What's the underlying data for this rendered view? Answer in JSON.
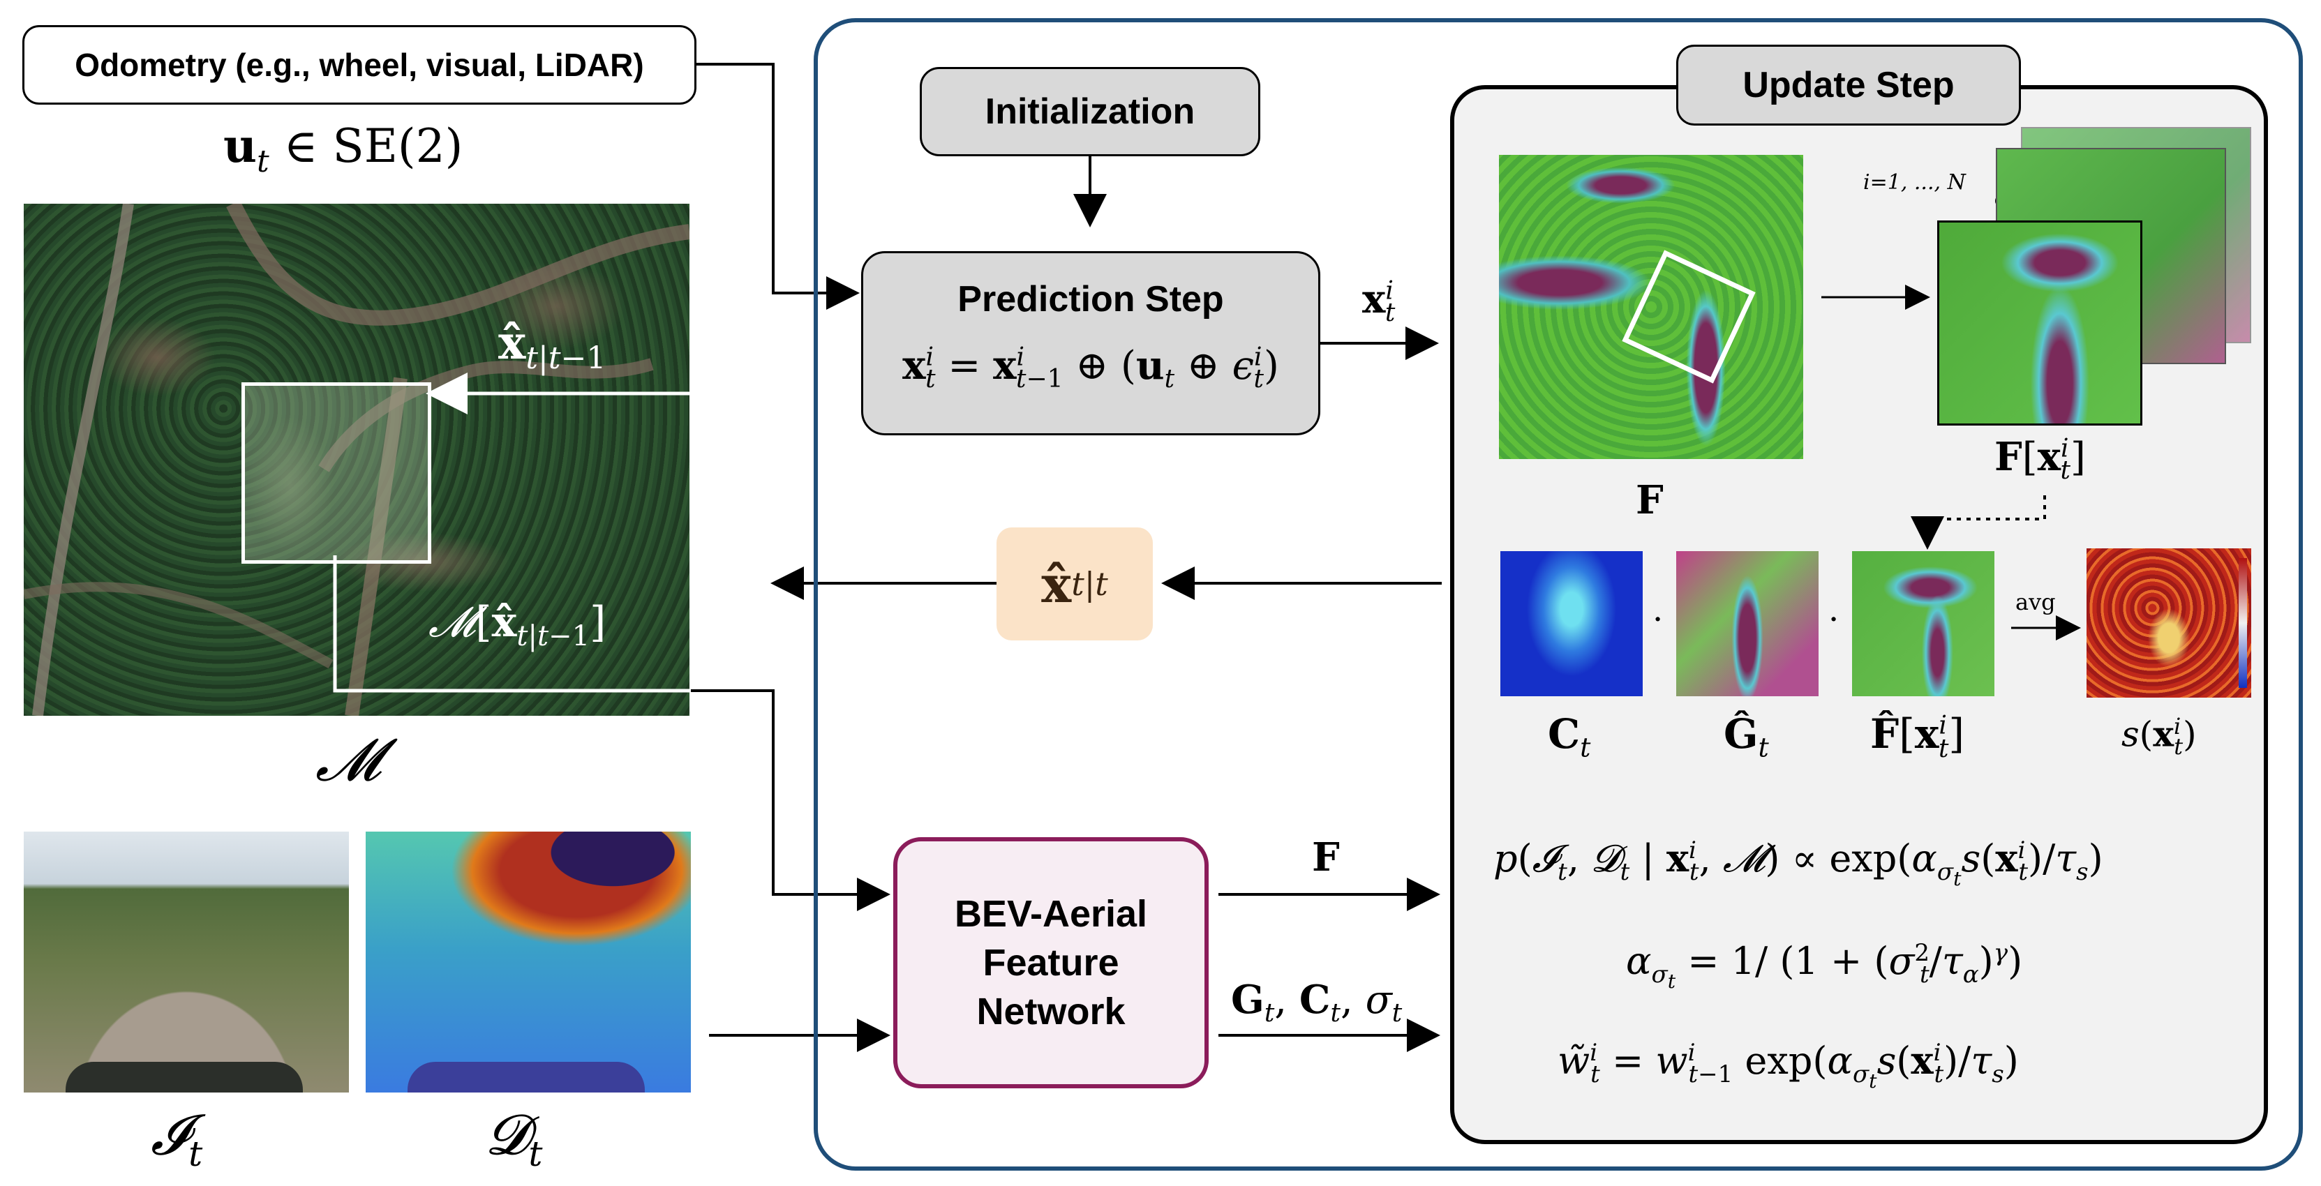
{
  "odometry_box": {
    "label": "Odometry (e.g., wheel, visual, LiDAR)"
  },
  "odometry_formula": "u_t ∈ SE(2)",
  "map_labels": {
    "pred_pose": "x̂_{t|t-1}",
    "map_crop": "M[x̂_{t|t-1}]",
    "map_symbol": "M"
  },
  "sensor_labels": {
    "image": "I_t",
    "depth": "D_t"
  },
  "initialization": {
    "label": "Initialization"
  },
  "prediction_step": {
    "title": "Prediction Step",
    "formula": "x_t^i = x_{t-1}^i ⊕ (u_t ⊕ ε_t^i)"
  },
  "prediction_output": "x_t^i",
  "estimate": {
    "label": "x̂_{t|t}"
  },
  "network": {
    "line1": "BEV-Aerial",
    "line2": "Feature",
    "line3": "Network"
  },
  "network_outputs": {
    "top": "F",
    "bottom": "G_t, C_t, σ_t"
  },
  "update_step": {
    "title": "Update Step",
    "feature_label": "F",
    "particle_range": "i=1, ..., N",
    "crop_label": "F[x_t^i]",
    "row": {
      "conf": "C_t",
      "ground": "Ĝ_t",
      "crop_norm": "F̂[x_t^i]",
      "op": "avg",
      "score": "s(x_t^i)"
    },
    "eq1": "p(I_t, D_t | x_t^i, M) ∝ exp(α_{σ_t} s(x_t^i) / τ_s)",
    "eq2": "α_{σ_t} = 1 / (1 + (σ_t^2 / τ_α)^γ)",
    "eq3": "w̃_t^i = w_{t-1}^i exp(α_{σ_t} s(x_t^i) / τ_s)"
  },
  "colors": {
    "outer_frame": "#1f4e79",
    "update_fill": "#f2f2f2",
    "step_fill": "#d9d9d9",
    "estimate_fill": "#fbe3c8",
    "network_border": "#8b1c5a",
    "network_fill": "#f7edf3"
  }
}
